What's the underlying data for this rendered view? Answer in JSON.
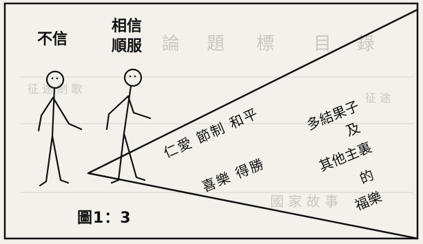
{
  "figure": {
    "people": [
      {
        "label": "不信"
      },
      {
        "label": "相信\n順服"
      }
    ],
    "wedge_text": {
      "virtues_row1": "仁愛 節制 和平",
      "virtues_row2": "喜樂 得勝",
      "fruit_lines": [
        "多結果子",
        "及",
        "其他主裏",
        "的",
        "福樂"
      ]
    },
    "caption": "圖1：3"
  }
}
